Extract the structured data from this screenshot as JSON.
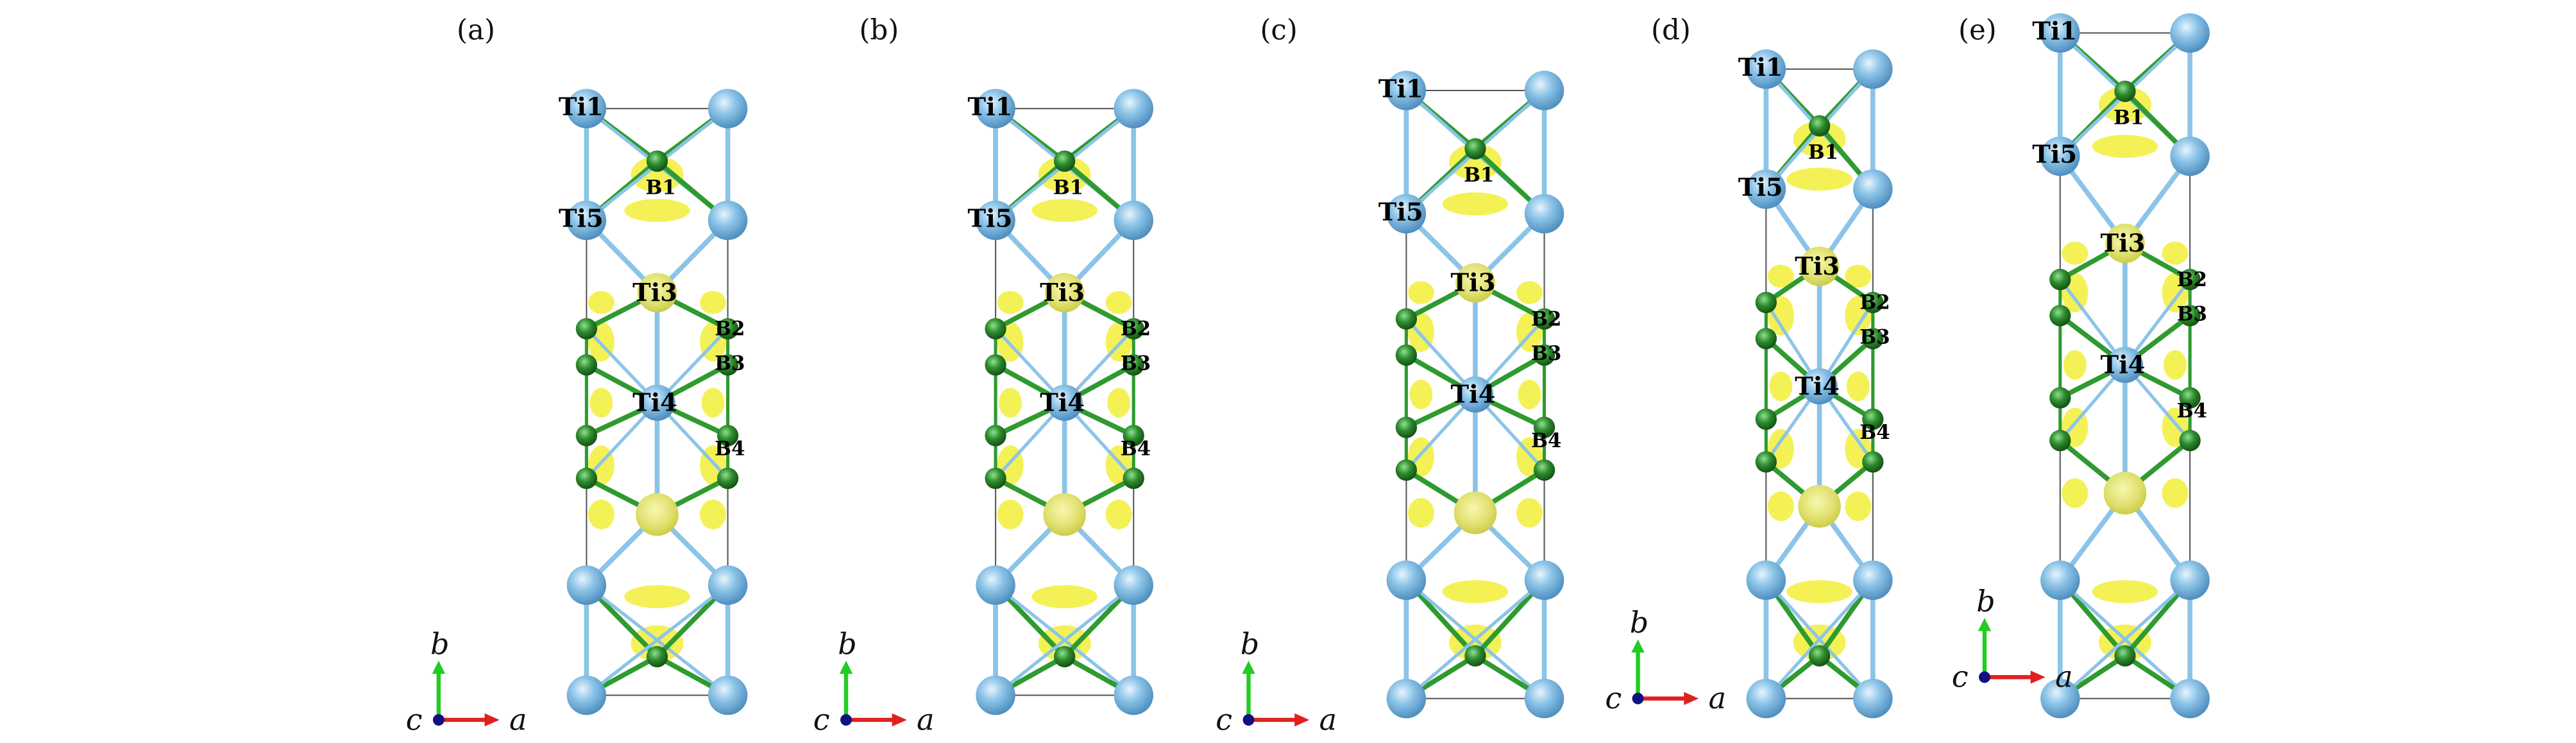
{
  "figure": {
    "panels": [
      {
        "label": "(a)",
        "atoms": {
          "ti1": "Ti1",
          "b1": "B1",
          "ti5": "Ti5",
          "ti3": "Ti3",
          "b2": "B2",
          "b3": "B3",
          "ti4": "Ti4",
          "b4": "B4"
        }
      },
      {
        "label": "(b)",
        "atoms": {
          "ti1": "Ti1",
          "b1": "B1",
          "ti5": "Ti5",
          "ti3": "Ti3",
          "b2": "B2",
          "b3": "B3",
          "ti4": "Ti4",
          "b4": "B4"
        }
      },
      {
        "label": "(c)",
        "atoms": {
          "ti1": "Ti1",
          "b1": "B1",
          "ti5": "Ti5",
          "ti3": "Ti3",
          "b2": "B2",
          "b3": "B3",
          "ti4": "Ti4",
          "b4": "B4"
        }
      },
      {
        "label": "(d)",
        "atoms": {
          "ti1": "Ti1",
          "b1": "B1",
          "ti5": "Ti5",
          "ti3": "Ti3",
          "b2": "B2",
          "b3": "B3",
          "ti4": "Ti4",
          "b4": "B4"
        }
      },
      {
        "label": "(e)",
        "atoms": {
          "ti1": "Ti1",
          "b1": "B1",
          "ti5": "Ti5",
          "ti3": "Ti3",
          "b2": "B2",
          "b3": "B3",
          "ti4": "Ti4",
          "b4": "B4"
        }
      }
    ],
    "axes": {
      "b": "b",
      "c": "c",
      "a": "a"
    },
    "colors": {
      "ti": "#7fb8e0",
      "b": "#2e8b2e",
      "isosurface": "#f2ee3a",
      "bond_ti": "#8cc4e8",
      "bond_b": "#2f9a2f",
      "axis_b": "#22cc22",
      "axis_a": "#e02020",
      "axis_c": "#101080"
    }
  }
}
